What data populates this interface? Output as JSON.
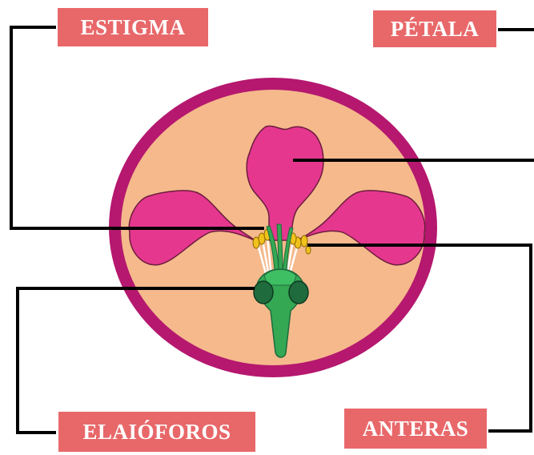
{
  "labels": {
    "stigma": "ESTIGMA",
    "petal": "PÉTALA",
    "elaiophores": "ELAIÓFOROS",
    "anthers": "ANTERAS"
  },
  "colors": {
    "label_bg": "#e8686a",
    "ring": "#b5186e",
    "disc": "#f5b98c",
    "petal": "#e6378f",
    "petal_outline": "#6d1d3d",
    "stem_green": "#34a853",
    "gland_green": "#1f6b3d",
    "anther_yellow": "#f2c21c",
    "leader_line": "#000000"
  }
}
